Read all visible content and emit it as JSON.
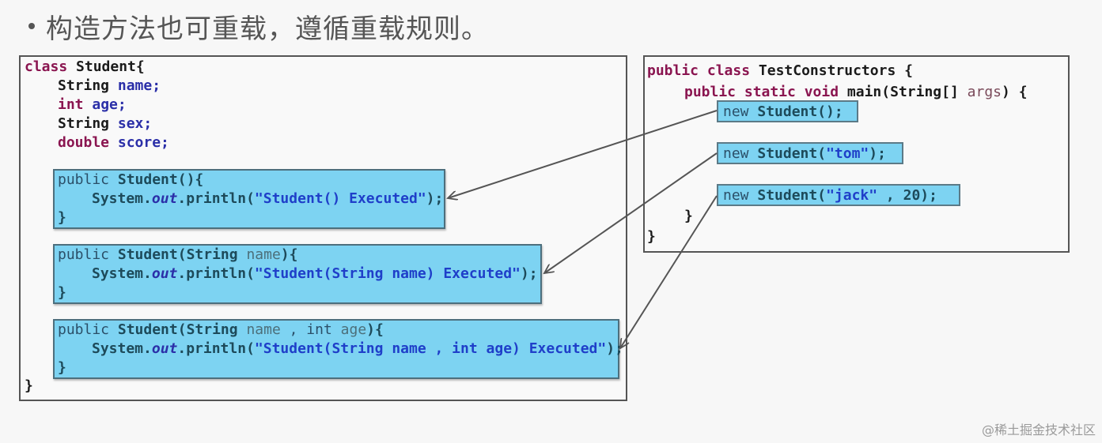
{
  "heading": {
    "bullet": "•",
    "text": "构造方法也可重载，遵循重载规则。"
  },
  "student_class": {
    "header": {
      "kw": "class",
      "name": "Student{"
    },
    "fields": [
      {
        "type": "String",
        "name": "name;"
      },
      {
        "type": "int",
        "name": "age;"
      },
      {
        "type": "String",
        "name": "sex;"
      },
      {
        "type": "double",
        "name": "score;"
      }
    ],
    "constructors": [
      {
        "signature_kw": "public",
        "signature_rest": "Student(){",
        "body_prefix": "System.",
        "body_out": "out",
        "body_call": ".println(",
        "body_string": "\"Student() Executed\"",
        "body_suffix": ");",
        "close": "}"
      },
      {
        "signature_kw": "public",
        "signature_rest": "Student(String ",
        "signature_param": "name",
        "signature_end": "){",
        "body_prefix": "System.",
        "body_out": "out",
        "body_call": ".println(",
        "body_string": "\"Student(String name) Executed\"",
        "body_suffix": ");",
        "close": "}"
      },
      {
        "signature_kw": "public",
        "signature_rest": "Student(String ",
        "signature_param": "name",
        "signature_mid": " , int ",
        "signature_param2": "age",
        "signature_end": "){",
        "body_prefix": "System.",
        "body_out": "out",
        "body_call": ".println(",
        "body_string": "\"Student(String name , int age) Executed\"",
        "body_suffix": ");",
        "close": "}"
      }
    ],
    "close": "}"
  },
  "test_class": {
    "header_kw": "public class",
    "header_name": "TestConstructors {",
    "main_kw": "public static void",
    "main_sig": "main(String[]",
    "main_args": "args",
    "main_end": ") {",
    "calls": [
      {
        "kw": "new",
        "rest": "Student();"
      },
      {
        "kw": "new",
        "rest_a": "Student(",
        "str": "\"tom\"",
        "rest_b": ");"
      },
      {
        "kw": "new",
        "rest_a": "Student(",
        "str": "\"jack\"",
        "rest_b": " , 20);"
      }
    ],
    "main_close": "}",
    "class_close": "}"
  },
  "arrows": [
    {
      "from": "call-0",
      "to": "constructor-0"
    },
    {
      "from": "call-1",
      "to": "constructor-1"
    },
    {
      "from": "call-2",
      "to": "constructor-2"
    }
  ],
  "watermark": "@稀土掘金技术社区"
}
